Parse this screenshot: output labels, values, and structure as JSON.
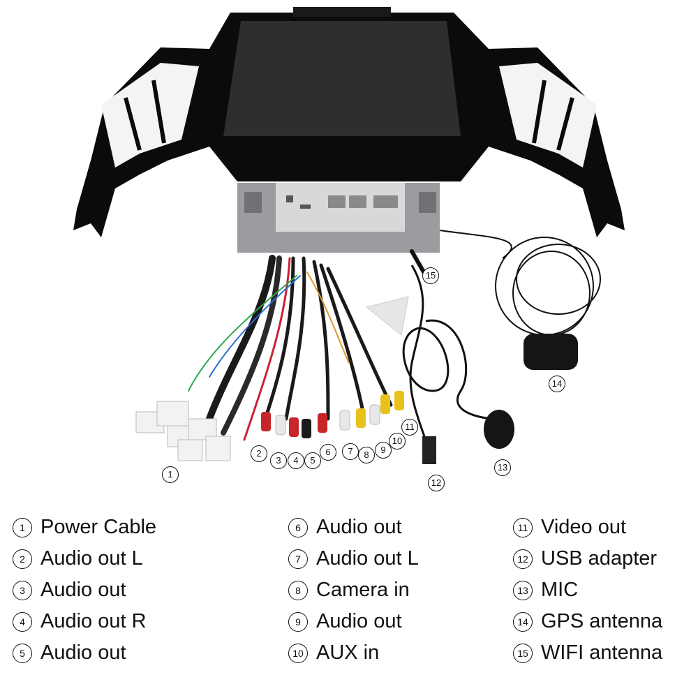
{
  "callouts": [
    "1",
    "2",
    "3",
    "4",
    "5",
    "6",
    "7",
    "8",
    "9",
    "10",
    "11",
    "12",
    "13",
    "14",
    "15"
  ],
  "legend": {
    "col1": [
      {
        "num": "1",
        "label": "Power Cable"
      },
      {
        "num": "2",
        "label": "Audio out L"
      },
      {
        "num": "3",
        "label": "Audio out"
      },
      {
        "num": "4",
        "label": "Audio out R"
      },
      {
        "num": "5",
        "label": "Audio out"
      }
    ],
    "col2": [
      {
        "num": "6",
        "label": "Audio out"
      },
      {
        "num": "7",
        "label": "Audio out L"
      },
      {
        "num": "8",
        "label": "Camera in"
      },
      {
        "num": "9",
        "label": "Audio out"
      },
      {
        "num": "10",
        "label": "AUX in"
      }
    ],
    "col3": [
      {
        "num": "11",
        "label": "Video out"
      },
      {
        "num": "12",
        "label": "USB adapter"
      },
      {
        "num": "13",
        "label": "MIC"
      },
      {
        "num": "14",
        "label": "GPS antenna"
      },
      {
        "num": "15",
        "label": "WIFI antenna"
      }
    ]
  },
  "colors": {
    "bezel": "#0b0b0b",
    "screen": "#2e2e2e",
    "chassis": "#9a9ca0",
    "rca_red": "#c8252b",
    "rca_white": "#e8e8e8",
    "rca_yellow": "#e8c21a",
    "connector": "#f2f2f2"
  }
}
